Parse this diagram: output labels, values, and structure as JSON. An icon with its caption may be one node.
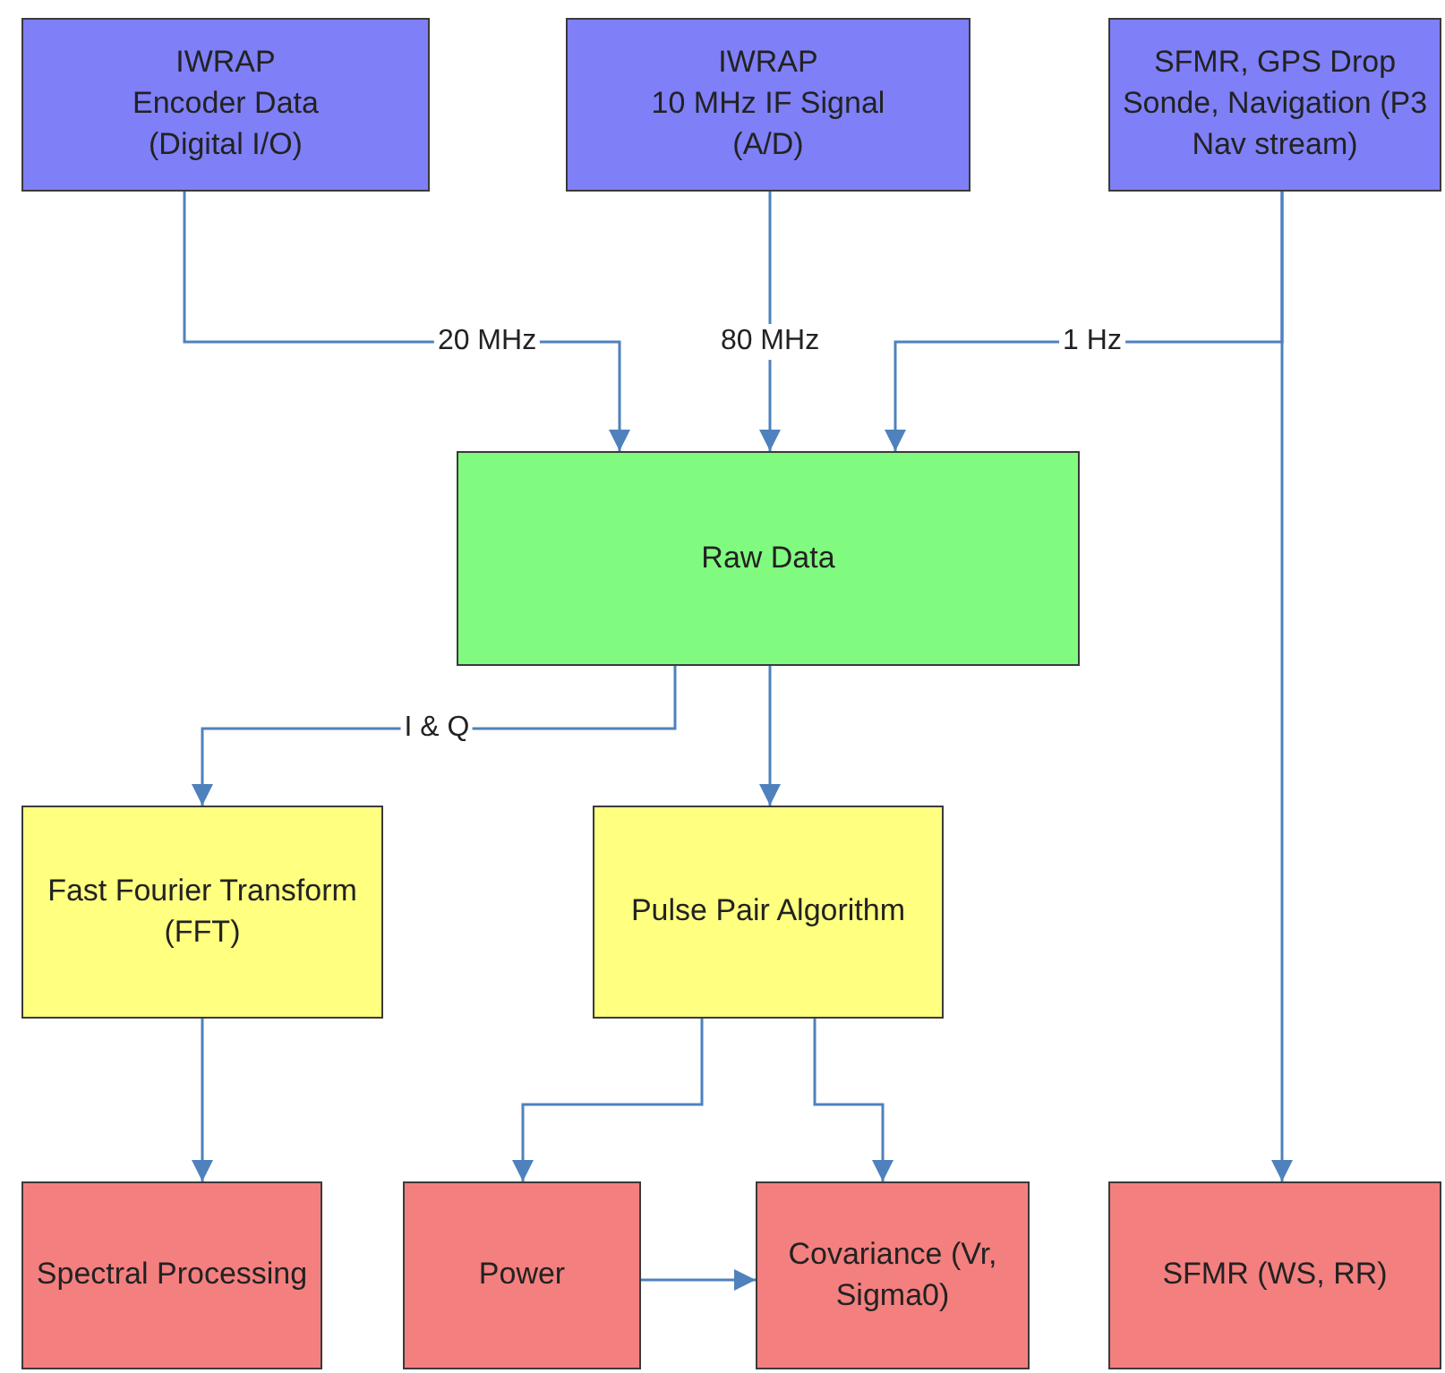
{
  "diagram": {
    "nodes": [
      {
        "text": [
          "IWRAP",
          "Encoder Data (Digital I/O)"
        ]
      },
      {
        "text": [
          "IWRAP",
          "10 MHz IF Signal (A/D)"
        ]
      },
      {
        "text": [
          "SFMR, GPS Drop Sonde, Navigation (P3 Nav stream)"
        ]
      },
      {
        "text": [
          "Raw Data"
        ]
      },
      {
        "text": [
          "Fast Fourier Transform (FFT)"
        ]
      },
      {
        "text": [
          "Pulse Pair Algorithm"
        ]
      },
      {
        "text": [
          "Spectral Processing"
        ]
      },
      {
        "text": [
          "Power"
        ]
      },
      {
        "text": [
          "Covariance (Vr, Sigma0)"
        ]
      },
      {
        "text": [
          "SFMR (WS, RR)"
        ]
      }
    ],
    "edges": [
      {
        "from": 0,
        "to": 3,
        "arrow": "to",
        "label": "20 MHz"
      },
      {
        "from": 1,
        "to": 3,
        "arrow": "to",
        "label": "80 MHz"
      },
      {
        "from": 2,
        "to": 3,
        "arrow": "to",
        "label": "1 Hz"
      },
      {
        "from": 2,
        "to": 9,
        "arrow": "to"
      },
      {
        "from": 3,
        "to": 4,
        "arrow": "to",
        "label": "I & Q"
      },
      {
        "from": 3,
        "to": 5,
        "arrow": "to"
      },
      {
        "from": 4,
        "to": 6,
        "arrow": "to"
      },
      {
        "from": 5,
        "to": 7,
        "arrow": "to"
      },
      {
        "from": 5,
        "to": 8,
        "arrow": "to"
      },
      {
        "from": 7,
        "to": 8,
        "arrow": "to"
      }
    ]
  }
}
